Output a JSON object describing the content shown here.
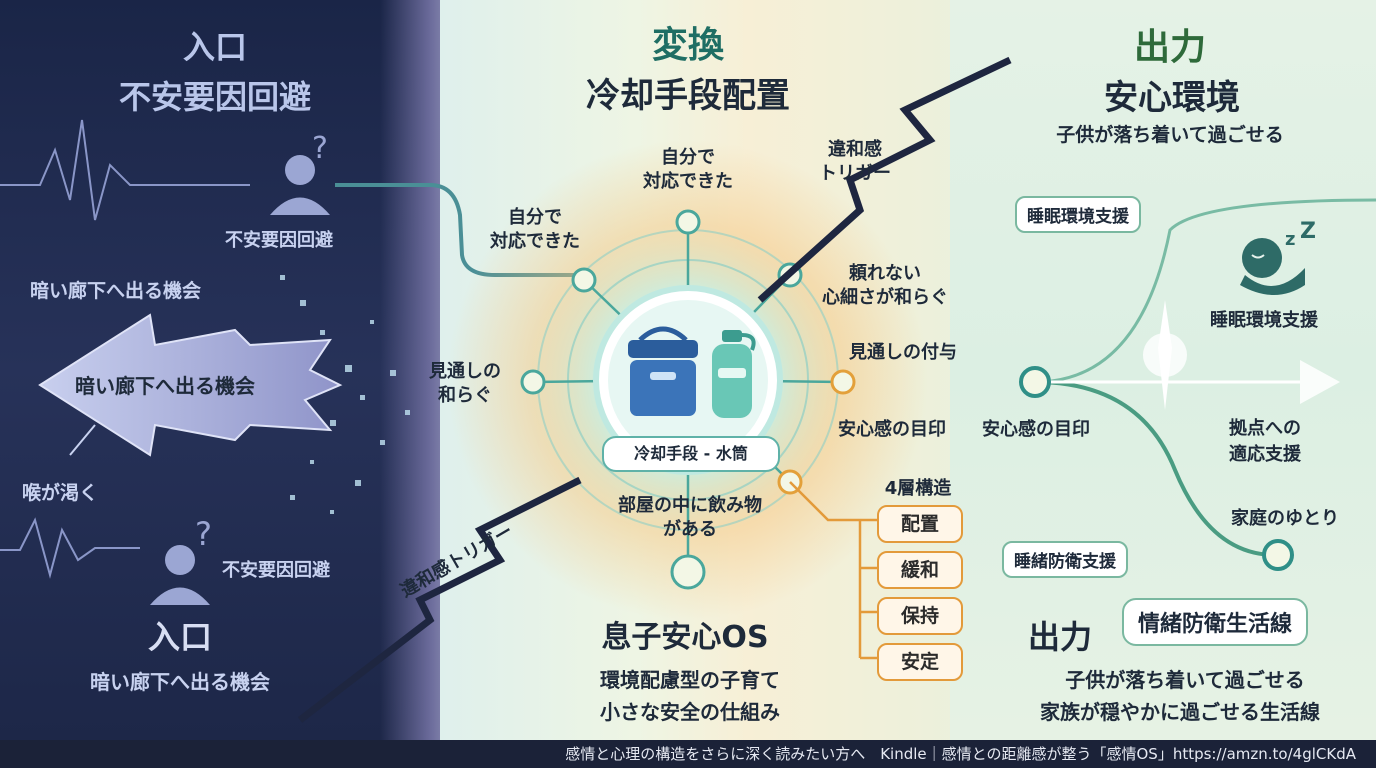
{
  "left": {
    "top_title": "入口",
    "top_subtitle": "不安要因回避",
    "person_top_label": "不安要因回避",
    "hallway_small": "暗い廊下へ出る機会",
    "arrow_text": "暗い廊下へ出る機会",
    "thirst": "喉が渇く",
    "person_bottom_label": "不安要因回避",
    "bottom_title": "入口",
    "bottom_subtitle": "暗い廊下へ出る機会"
  },
  "middle": {
    "title": "変換",
    "subtitle": "冷却手段配置",
    "node_top": "自分で\n対応できた",
    "node_topleft": "自分で\n対応できた",
    "node_left": "見通しの\n和らぐ",
    "node_right_top": "頼れない\n心細さが和らぐ",
    "node_right": "見通しの付与",
    "node_right_low": "安心感の目印",
    "node_bottom": "部屋の中に飲み物\nがある",
    "center_label": "冷却手段 - 水筒",
    "trigger_top": "違和感\nトリガー",
    "trigger_bottom": "違和感トリガー",
    "os_title": "息子安心OS",
    "os_line1": "環境配慮型の子育て",
    "os_line2": "小さな安全の仕組み",
    "layers_title": "4層構造",
    "layers": [
      "配置",
      "緩和",
      "保持",
      "安定"
    ]
  },
  "right": {
    "title": "出力",
    "subtitle": "安心環境",
    "tagline": "子供が落ち着いて過ごせる",
    "mark_label": "安心感の目印",
    "bubble_sleep": "睡眠環境支援",
    "sleep_label": "睡眠環境支援",
    "adapt": "拠点への\n適応支援",
    "family": "家庭のゆとり",
    "bubble_guard": "睡緒防衛支援",
    "guard_line": "情緒防衛生活線",
    "bottom_title": "出力",
    "bottom_line1": "子供が落ち着いて過ごせる",
    "bottom_line2": "家族が穏やかに過ごせる生活線"
  },
  "footer": "感情と心理の構造をさらに深く読みたい方へ　Kindle｜感情との距離感が整う「感情OS」https://amzn.to/4glCKdA",
  "colors": {
    "left_bg": "#1a2547",
    "accent_teal": "#2f8f87",
    "accent_orange": "#e39a3a",
    "accent_green": "#2e6a3a"
  },
  "icons": [
    "person-question-icon",
    "cooler-box-icon",
    "water-bottle-icon",
    "sleeping-face-icon",
    "zz-icon"
  ]
}
